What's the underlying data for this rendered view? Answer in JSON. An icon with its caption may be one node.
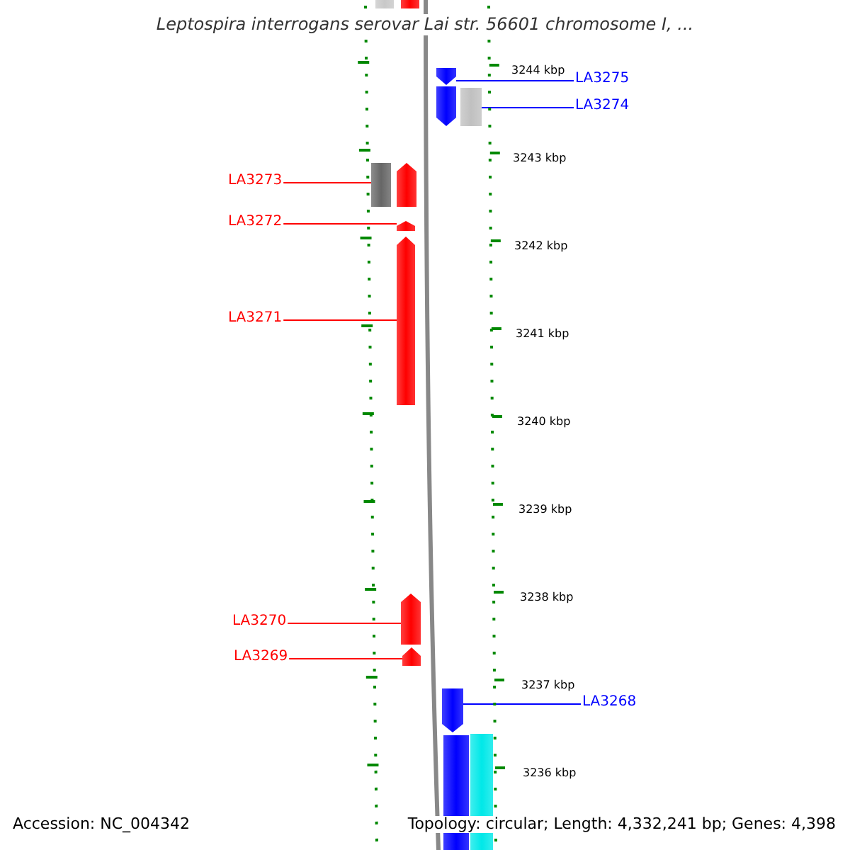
{
  "diagram": {
    "title": "Leptospira interrogans serovar Lai str. 56601 chromosome I, ...",
    "nodes": [
      {
        "text": [
          "LA3275"
        ]
      },
      {
        "text": [
          "LA3274"
        ]
      },
      {
        "text": [
          "LA3273"
        ]
      },
      {
        "text": [
          "LA3272"
        ]
      },
      {
        "text": [
          "LA3271"
        ]
      },
      {
        "text": [
          "LA3270"
        ]
      },
      {
        "text": [
          "LA3269"
        ]
      },
      {
        "text": [
          "LA3268"
        ]
      },
      {
        "text": [],
        "shape": "bar"
      },
      {
        "text": [],
        "shape": "bar"
      },
      {
        "text": [],
        "shape": "bar"
      },
      {
        "text": [],
        "shape": "bar"
      },
      {
        "text": [],
        "shape": "bar"
      },
      {
        "text": [],
        "shape": "bar"
      },
      {
        "text": [],
        "shape": "bar"
      },
      {
        "text": [],
        "shape": "bar"
      },
      {
        "text": [],
        "shape": "bar"
      },
      {
        "text": [],
        "shape": "bar"
      },
      {
        "text": [],
        "shape": "bar"
      },
      {
        "text": [],
        "shape": "bar"
      },
      {
        "text": [],
        "shape": "bar"
      },
      {
        "text": [],
        "shape": "bar"
      }
    ],
    "edges": [
      {
        "from": 0,
        "to": 10,
        "arrow": "none",
        "color": "#0000ff"
      },
      {
        "from": 1,
        "to": 12,
        "arrow": "none",
        "color": "#0000ff"
      },
      {
        "from": 2,
        "to": 13,
        "arrow": "none"
      },
      {
        "from": 3,
        "to": 15,
        "arrow": "none"
      },
      {
        "from": 4,
        "to": 16,
        "arrow": "none"
      },
      {
        "from": 5,
        "to": 17,
        "arrow": "none"
      },
      {
        "from": 6,
        "to": 18,
        "arrow": "none"
      },
      {
        "from": 7,
        "to": 19,
        "arrow": "none",
        "color": "#0000ff"
      }
    ],
    "labels": [
      "3244 kbp",
      "3243 kbp",
      "3242 kbp",
      "3241 kbp",
      "3240 kbp",
      "3239 kbp",
      "3238 kbp",
      "3237 kbp",
      "3236 kbp",
      "Accession: NC_004342",
      "Topology: circular; Length: 4,332,241 bp; Genes: 4,398"
    ]
  }
}
